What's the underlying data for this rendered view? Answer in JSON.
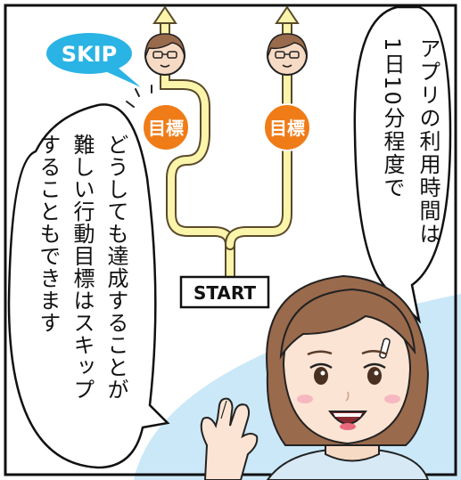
{
  "bubble_right": {
    "lines": [
      "アプリの利用時間は",
      "1日10分程度で"
    ]
  },
  "bubble_left": {
    "lines": [
      "どうしても達成することが",
      "難しい行動目標はスキップ",
      "することもできます"
    ]
  },
  "skip_bubble": {
    "label": "SKIP"
  },
  "goal_left": {
    "label": "目標"
  },
  "goal_right": {
    "label": "目標"
  },
  "start_box": {
    "label": "START"
  },
  "colors": {
    "goal_orange": "#f07c18",
    "path_yellow": "#fbf4ab",
    "skip_blue": "#2ab3e5",
    "sky_blue": "#cbe8f8",
    "hair_brown": "#9a6a4c"
  },
  "icons": [
    "arrow-up-icon",
    "avatar-icon"
  ]
}
